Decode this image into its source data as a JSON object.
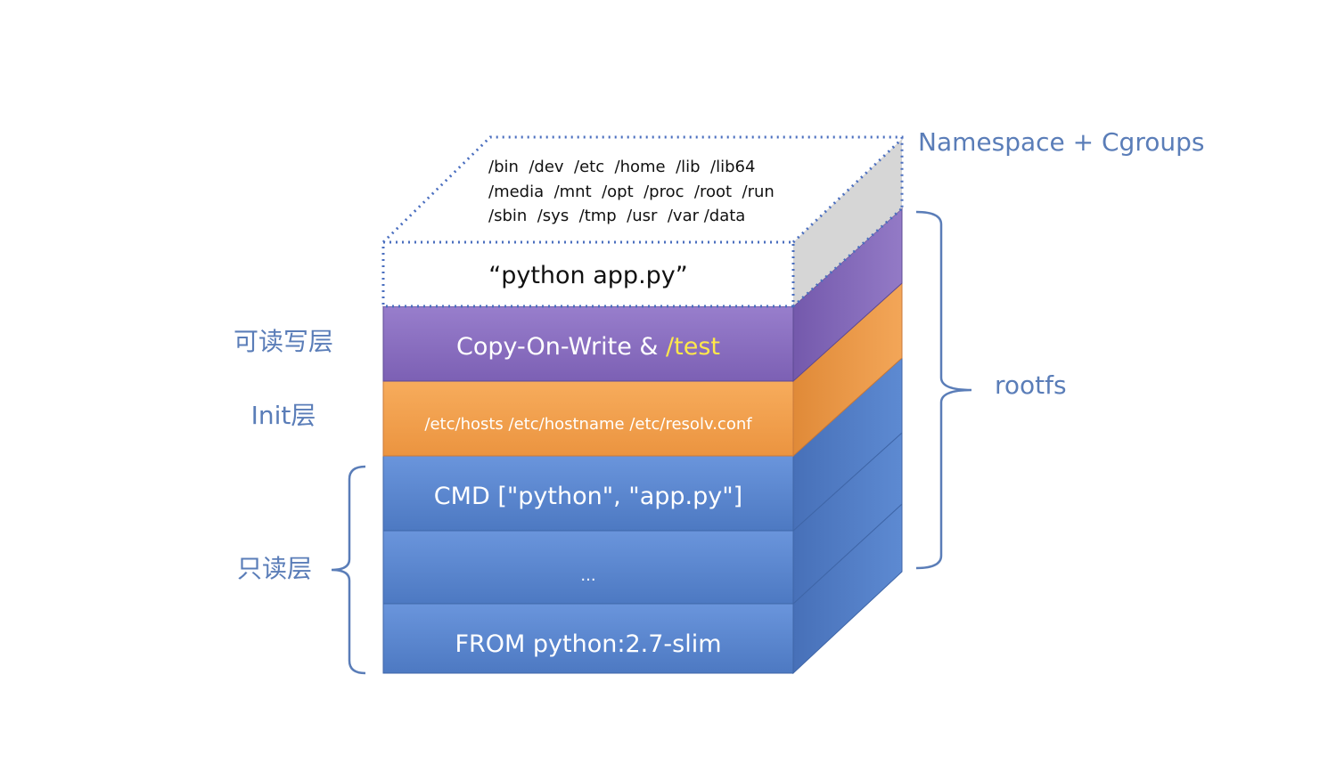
{
  "container": {
    "paths": [
      "/bin  /dev  /etc  /home  /lib  /lib64",
      "/media  /mnt  /opt  /proc  /root  /run",
      "/sbin  /sys  /tmp  /usr  /var /data"
    ],
    "command": "“python app.py”",
    "label": "Namespace + Cgroups"
  },
  "layers": {
    "cow_text": "Copy-On-Write & ",
    "cow_highlight": "/test",
    "init_text": "/etc/hosts /etc/hostname /etc/resolv.conf",
    "cmd_text": "CMD [\"python\", \"app.py\"]",
    "dots_text": "...",
    "from_text": "FROM python:2.7-slim"
  },
  "labels": {
    "rw": "可读写层",
    "init": "Init层",
    "ro": "只读层",
    "rootfs": "rootfs"
  },
  "colors": {
    "purple": "#8a6fc0",
    "orange": "#f0a050",
    "blue": "#5b87d0",
    "label_blue": "#5a7db8",
    "highlight": "#ffe84a"
  }
}
